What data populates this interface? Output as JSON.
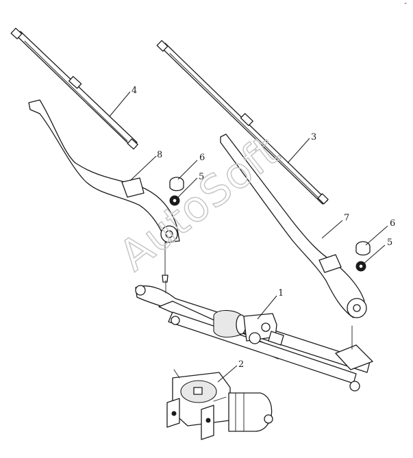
{
  "callouts": {
    "c1": "1",
    "c2": "2",
    "c3": "3",
    "c4": "4",
    "c5a": "5",
    "c5b": "5",
    "c6a": "6",
    "c6b": "6",
    "c7": "7",
    "c8": "8"
  },
  "watermark": "AutoSoft",
  "corner_mark": "”",
  "colors": {
    "line": "#1a1a1a",
    "background": "#ffffff",
    "watermark": "#c8c8c8"
  }
}
